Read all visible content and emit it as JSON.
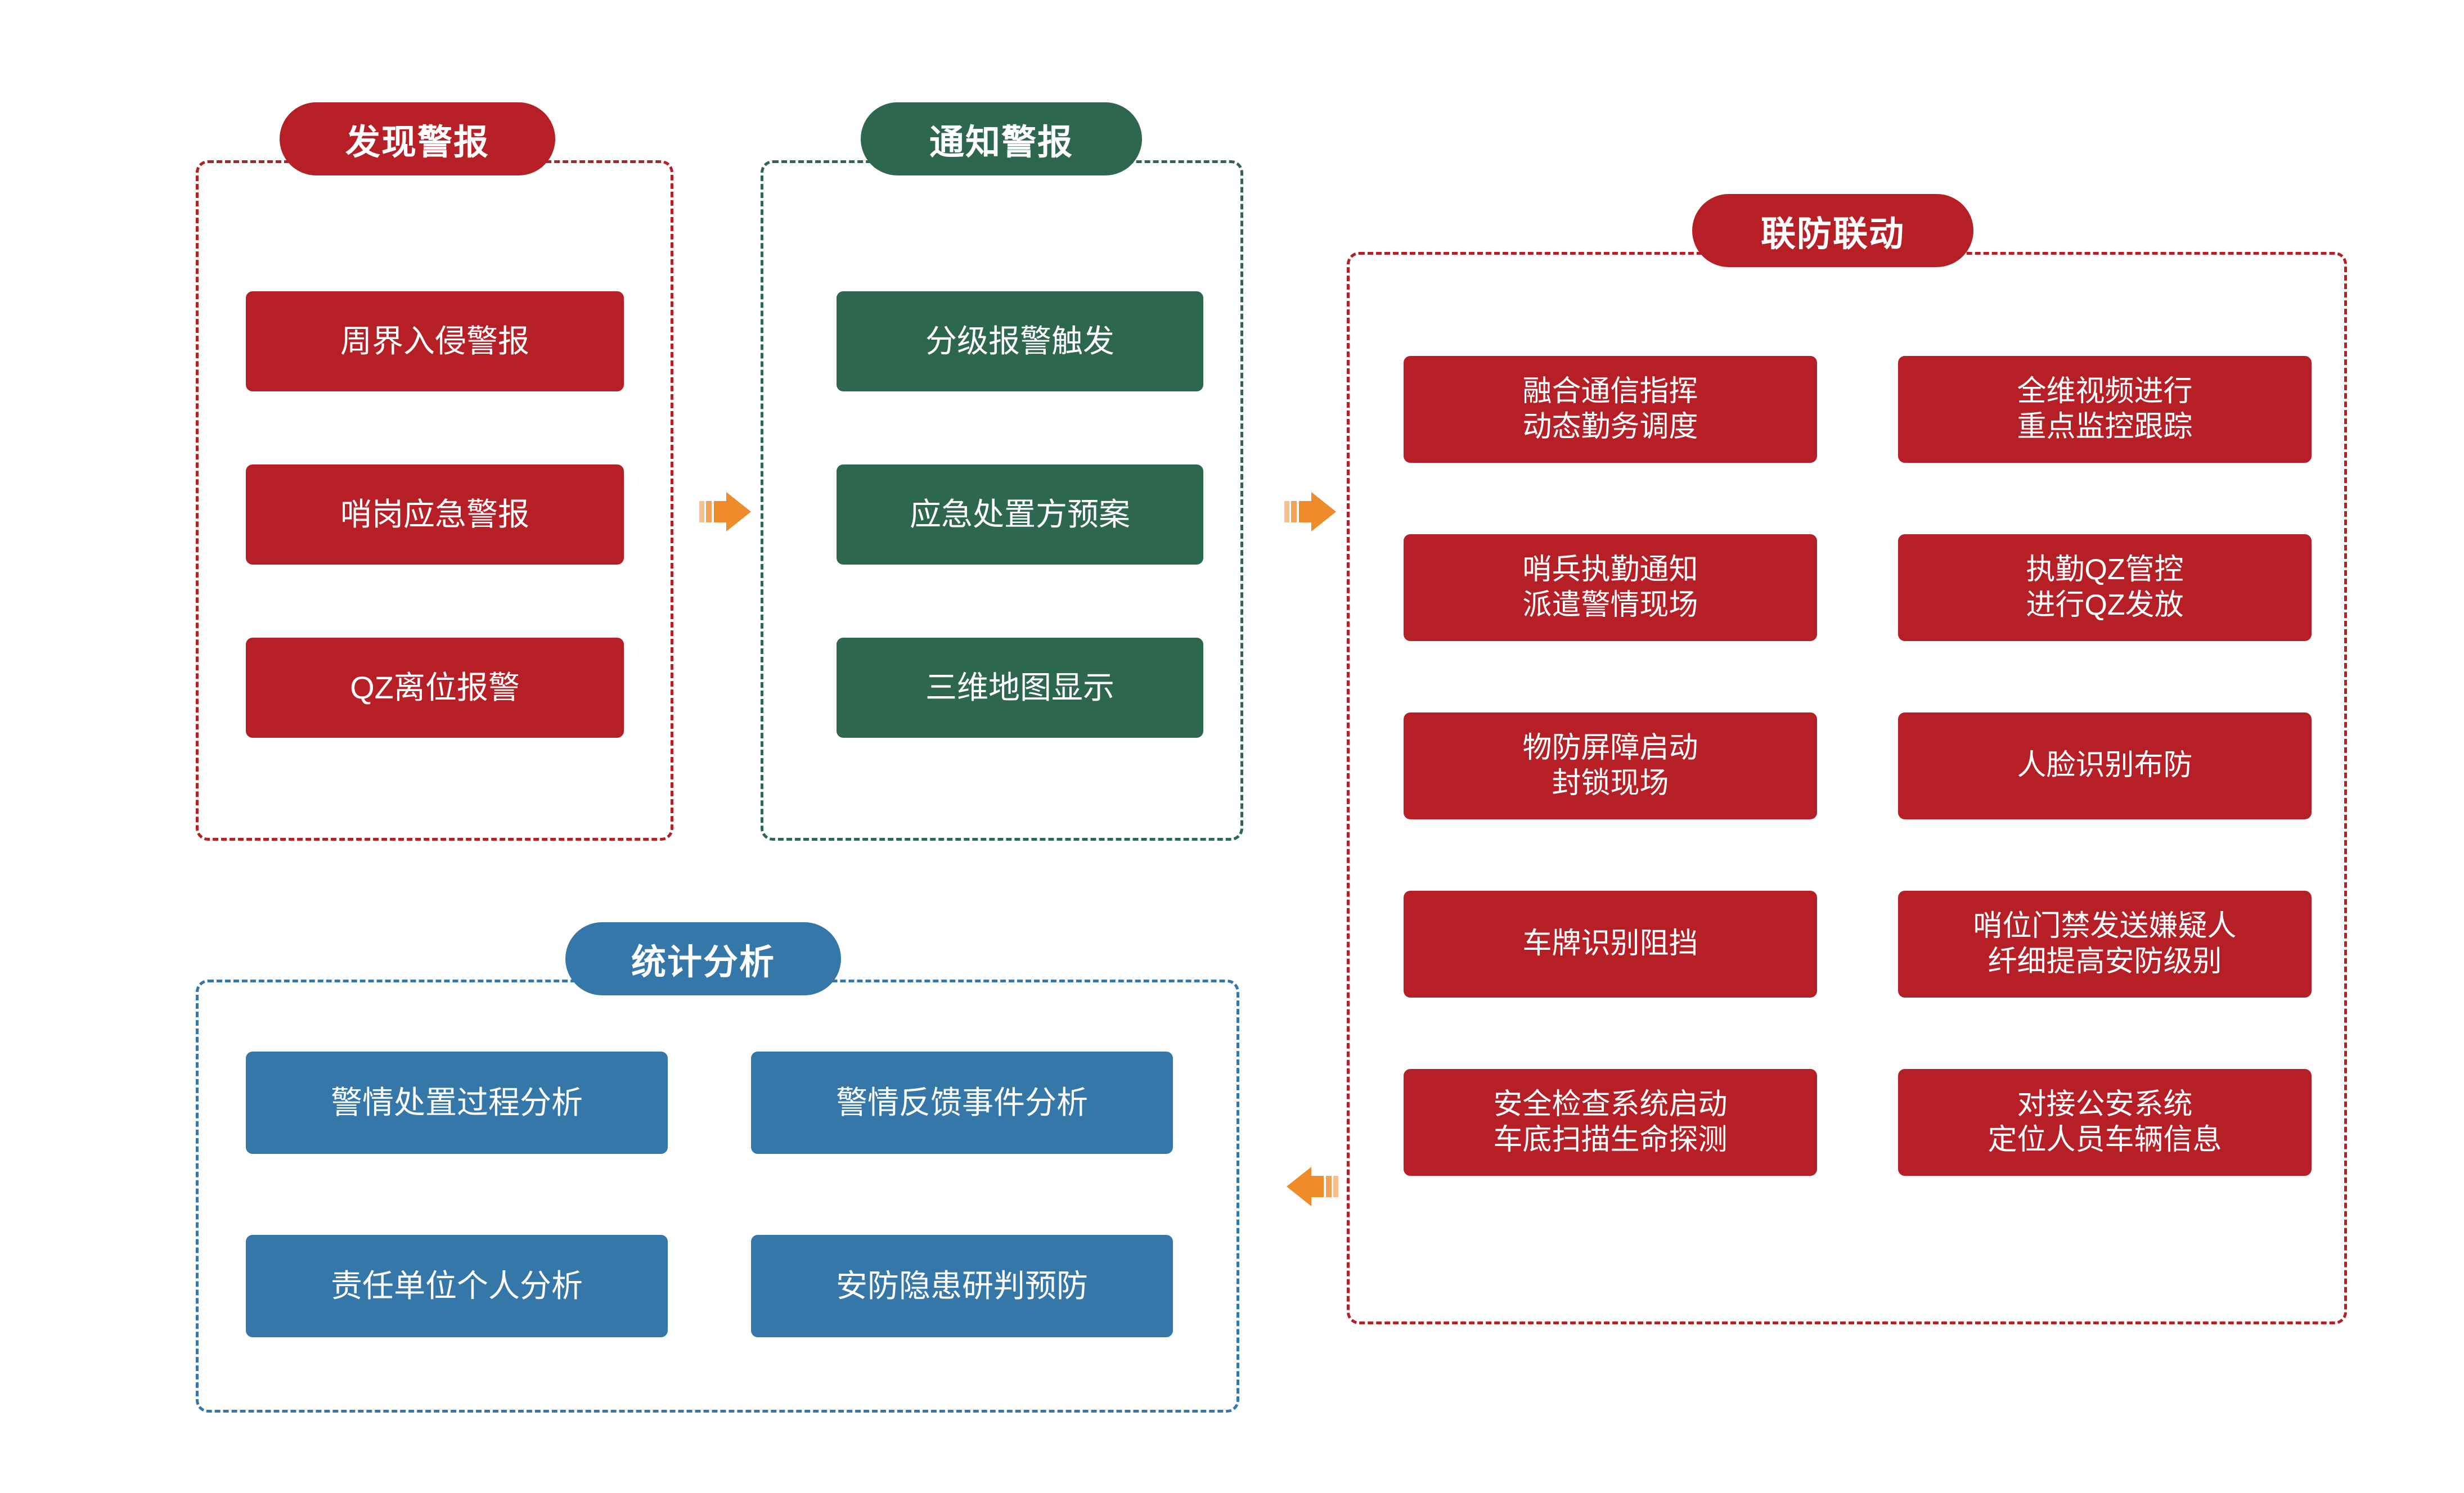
{
  "colors": {
    "red": "#B61F26",
    "green": "#2E6750",
    "blue": "#3577A8",
    "arrow": "#EE8B2B",
    "background": "#FFFFFF"
  },
  "panels": {
    "detect": {
      "title": "发现警报",
      "accent": "#B61F26",
      "cards": [
        "周界入侵警报",
        "哨岗应急警报",
        "QZ离位报警"
      ]
    },
    "notify": {
      "title": "通知警报",
      "accent": "#2E6750",
      "cards": [
        "分级报警触发",
        "应急处置方预案",
        "三维地图显示"
      ]
    },
    "joint": {
      "title": "联防联动",
      "accent": "#B61F26",
      "cards_left": [
        "融合通信指挥\n动态勤务调度",
        "哨兵执勤通知\n派遣警情现场",
        "物防屏障启动\n封锁现场",
        "车牌识别阻挡",
        "安全检查系统启动\n车底扫描生命探测"
      ],
      "cards_right": [
        "全维视频进行\n重点监控跟踪",
        "执勤QZ管控\n进行QZ发放",
        "人脸识别布防",
        "哨位门禁发送嫌疑人\n纤细提高安防级别",
        "对接公安系统\n定位人员车辆信息"
      ]
    },
    "stats": {
      "title": "统计分析",
      "accent": "#3577A8",
      "cards": [
        "警情处置过程分析",
        "警情反馈事件分析",
        "责任单位个人分析",
        "安防隐患研判预防"
      ]
    }
  },
  "arrows": [
    {
      "name": "detect-to-notify",
      "direction": "right"
    },
    {
      "name": "notify-to-joint",
      "direction": "right"
    },
    {
      "name": "joint-to-stats",
      "direction": "left"
    }
  ]
}
